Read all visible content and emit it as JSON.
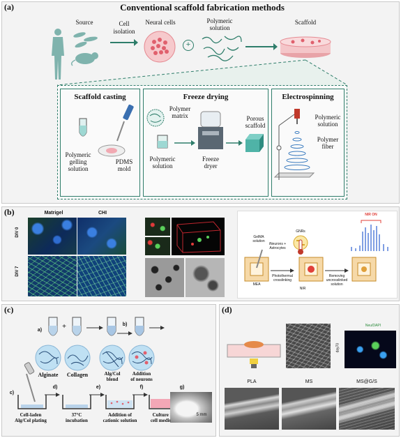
{
  "panel_a": {
    "label": "(a)",
    "title": "Conventional scaffold fabrication methods",
    "source": "Source",
    "cell_isolation_1": "Cell",
    "cell_isolation_2": "isolation",
    "neural_cells": "Neural cells",
    "plus": "+",
    "polymeric_solution_1": "Polymeric",
    "polymeric_solution_2": "solution",
    "scaffold": "Scaffold",
    "casting": {
      "title": "Scaffold casting",
      "gel_1": "Polymeric",
      "gel_2": "gelling",
      "gel_3": "solution",
      "mold": "PDMS",
      "mold_2": "mold"
    },
    "freeze": {
      "title": "Freeze drying",
      "matrix_1": "Polymer",
      "matrix_2": "matrix",
      "sol_1": "Polymeric",
      "sol_2": "solution",
      "dryer_1": "Freeze",
      "dryer_2": "dryer",
      "porous_1": "Porous",
      "porous_2": "scaffold"
    },
    "electro": {
      "title": "Electrospinning",
      "sol_1": "Polymeric",
      "sol_2": "solution",
      "fiber_1": "Polymer",
      "fiber_2": "fiber"
    }
  },
  "panel_b": {
    "label": "(b)",
    "col_1": "Matrigel",
    "col_2": "CHI",
    "row_1": "DIV 0",
    "row_2": "DIV 7",
    "gnrs": "GNRs",
    "gelma_1": "GelMA",
    "gelma_2": "solution",
    "neurons_1": "iNeurons +",
    "neurons_2": "Astrocytes",
    "photo_1": "Photothermal",
    "photo_2": "crosslinking",
    "nir": "NIR",
    "removing_1": "Removing",
    "removing_2": "uncrosslinked",
    "removing_3": "solution",
    "nir_on": "NIR ON",
    "mea": "MEA"
  },
  "panel_c": {
    "label": "(c)",
    "step_a": "a)",
    "step_b": "b)",
    "step_c": "c)",
    "step_d": "d)",
    "step_e": "e)",
    "step_f": "f)",
    "step_g": "g)",
    "alginate": "Alginate",
    "collagen": "Collagen",
    "blend_1": "Alg/Col",
    "blend_2": "blend",
    "neurons_1": "Addition",
    "neurons_2": "of neurons",
    "plating_1": "Cell-laden",
    "plating_2": "Alg/Col plating",
    "incub_1": "37°C",
    "incub_2": "incubation",
    "cation_1": "Addition of",
    "cation_2": "cationic solution",
    "culture_1": "Culture in",
    "culture_2": "cell medium",
    "scale": "5 mm"
  },
  "panel_d": {
    "label": "(d)",
    "stain": "Neu/DAPI",
    "day": "day70",
    "pla": "PLA",
    "ms": "MS",
    "msgs": "MS@G/S"
  },
  "colors": {
    "teal": "#2e7d6a",
    "panel_bg": "#f3f3f3",
    "pink": "#e58a92"
  }
}
